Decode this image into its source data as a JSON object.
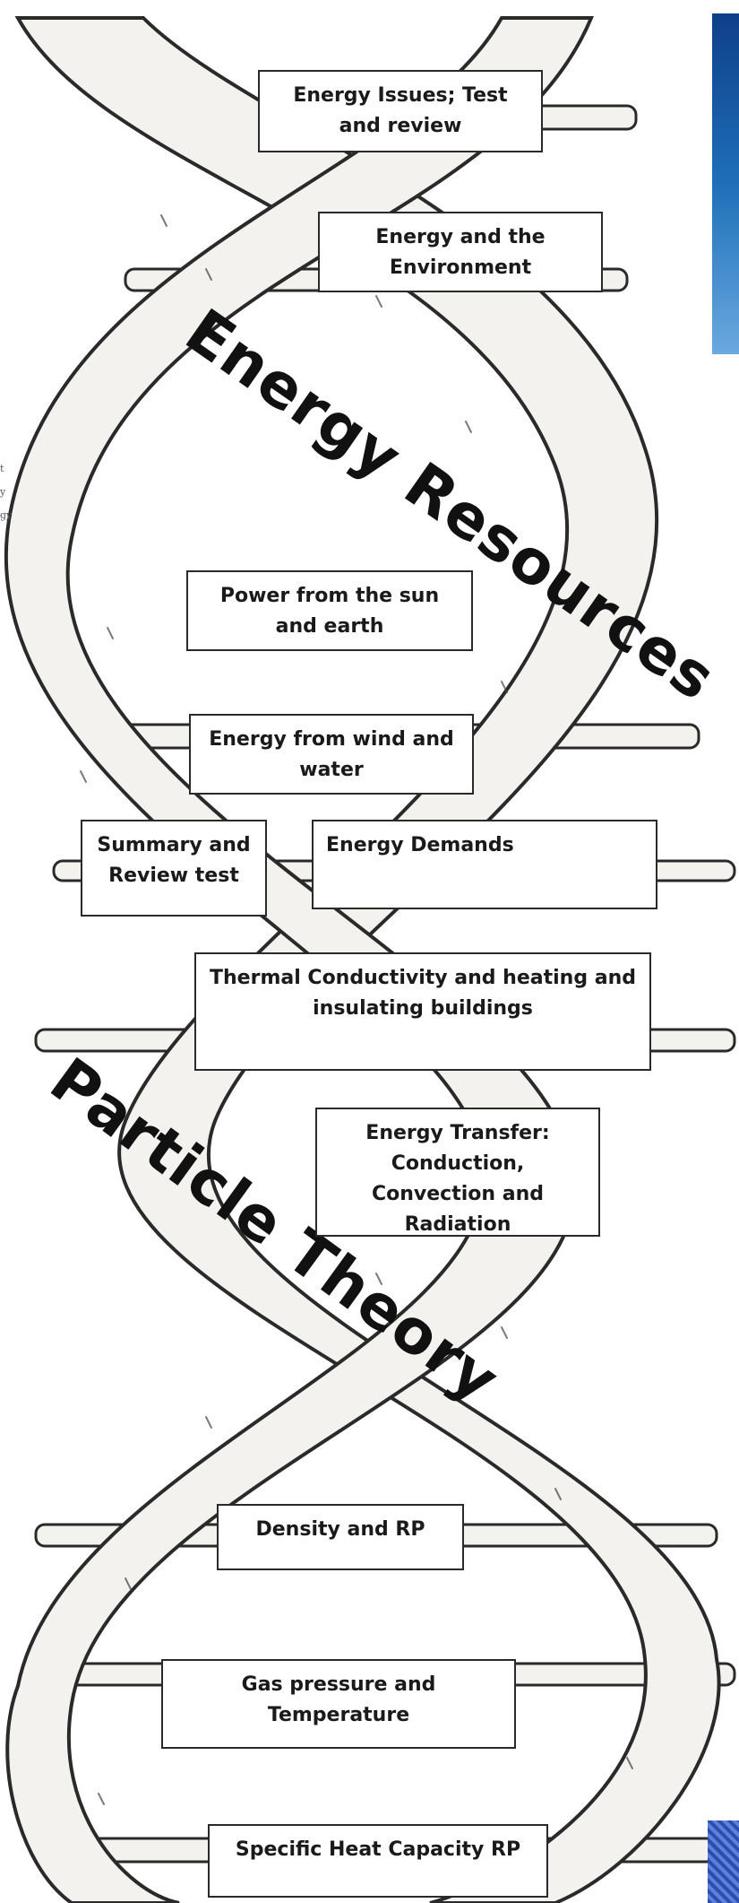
{
  "section_labels": {
    "energy_resources": "Energy Resources",
    "particle_theory": "Particle Theory"
  },
  "topics": {
    "energy_issues": "Energy Issues; Test and review",
    "energy_environment": "Energy and the Environment",
    "power_sun_earth": "Power from the sun and earth",
    "energy_wind_water": "Energy from wind and water",
    "summary_review": "Summary and Review test",
    "energy_demands": "Energy Demands",
    "thermal_conductivity": "Thermal Conductivity and heating and insulating buildings",
    "energy_transfer": "Energy Transfer: Conduction, Convection and Radiation",
    "density_rp": "Density and RP",
    "gas_pressure": "Gas pressure and Temperature",
    "specific_heat": "Specific Heat Capacity RP"
  },
  "margin_fragments": [
    "t",
    "y",
    "gy"
  ],
  "colors": {
    "outline": "#2a2a2a",
    "strand_fill": "#f4f2ee",
    "box_border": "#2a2a2a",
    "text": "#111111",
    "corner_accent": "#1f6fb8"
  }
}
